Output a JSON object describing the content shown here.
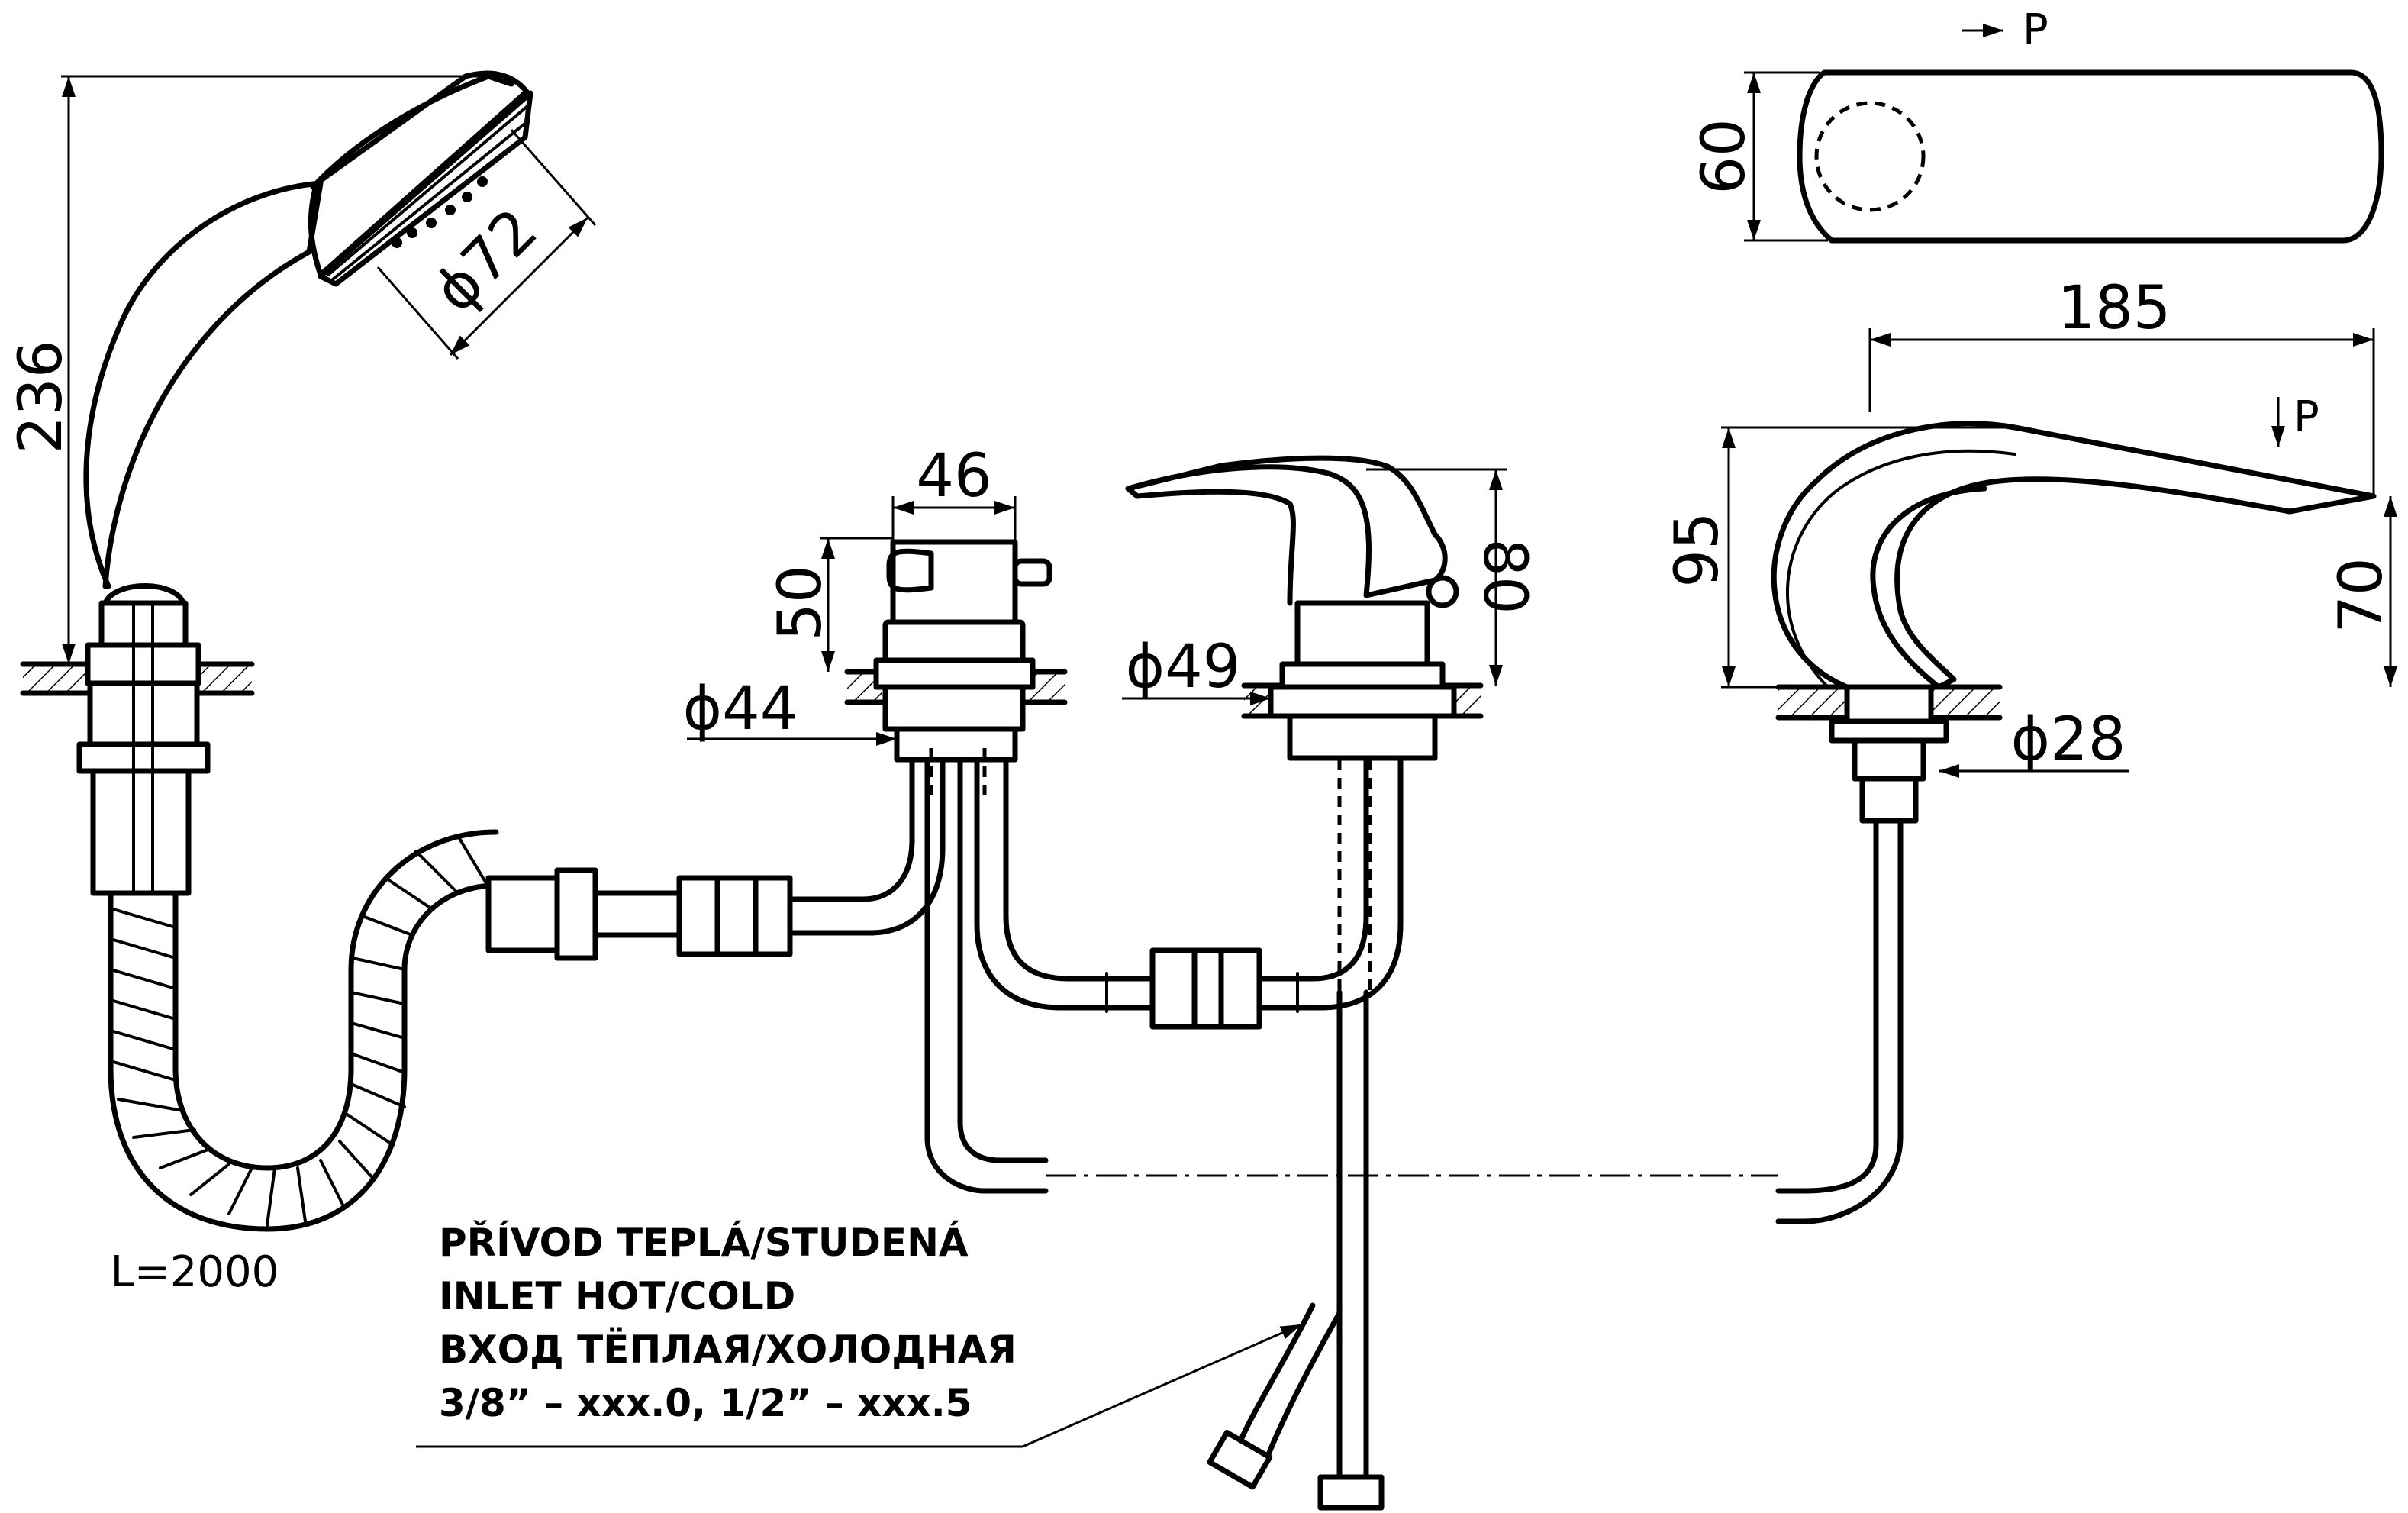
{
  "dimensions": {
    "hand_shower_height": "236",
    "shower_head_diameter": "ϕ72",
    "hose_length": "L=2000",
    "diverter_width": "46",
    "diverter_height": "50",
    "diverter_base_diameter": "ϕ44",
    "mixer_base_diameter": "ϕ49",
    "mixer_height": "80",
    "spout_top_width": "60",
    "spout_length": "185",
    "spout_height": "95",
    "spout_outlet_height": "70",
    "spout_base_diameter": "ϕ28"
  },
  "view_markers": {
    "section_arrow_top": "P",
    "section_arrow_side": "P"
  },
  "inlet_note": {
    "line_cz": "PŘÍVOD TEPLÁ/STUDENÁ",
    "line_en": "INLET HOT/COLD",
    "line_ru": "ВХОД ТЁПЛАЯ/ХОЛОДНАЯ",
    "line_sizes": "3/8” – xxx.0, 1/2” – xxx.5"
  }
}
